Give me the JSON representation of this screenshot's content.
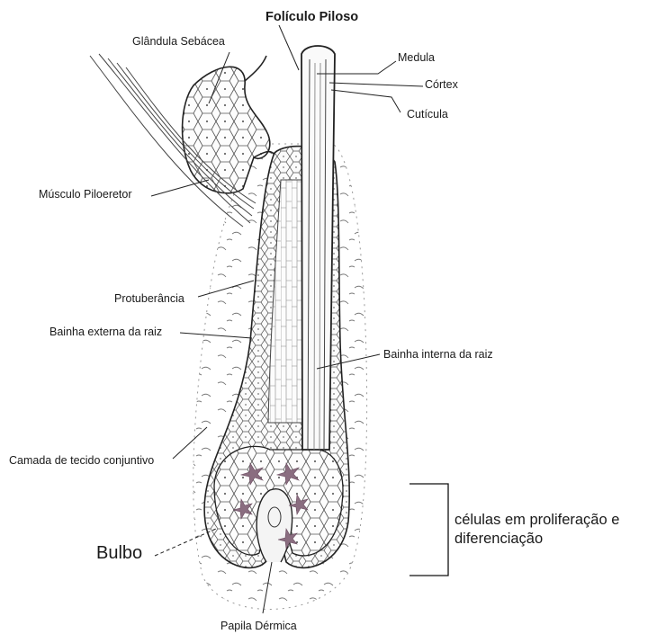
{
  "title": "Folículo Piloso",
  "labels": {
    "glandula": "Glândula Sebácea",
    "medula": "Medula",
    "cortex": "Córtex",
    "cuticula": "Cutícula",
    "musculo": "Músculo Piloeretor",
    "protuberancia": "Protuberância",
    "bainha_externa": "Bainha externa da raiz",
    "bainha_interna": "Bainha interna da raiz",
    "camada": "Camada de tecido conjuntivo",
    "bulbo": "Bulbo",
    "papila": "Papila Dérmica"
  },
  "annotation": {
    "text": "células em proliferação e diferenciação"
  }
}
